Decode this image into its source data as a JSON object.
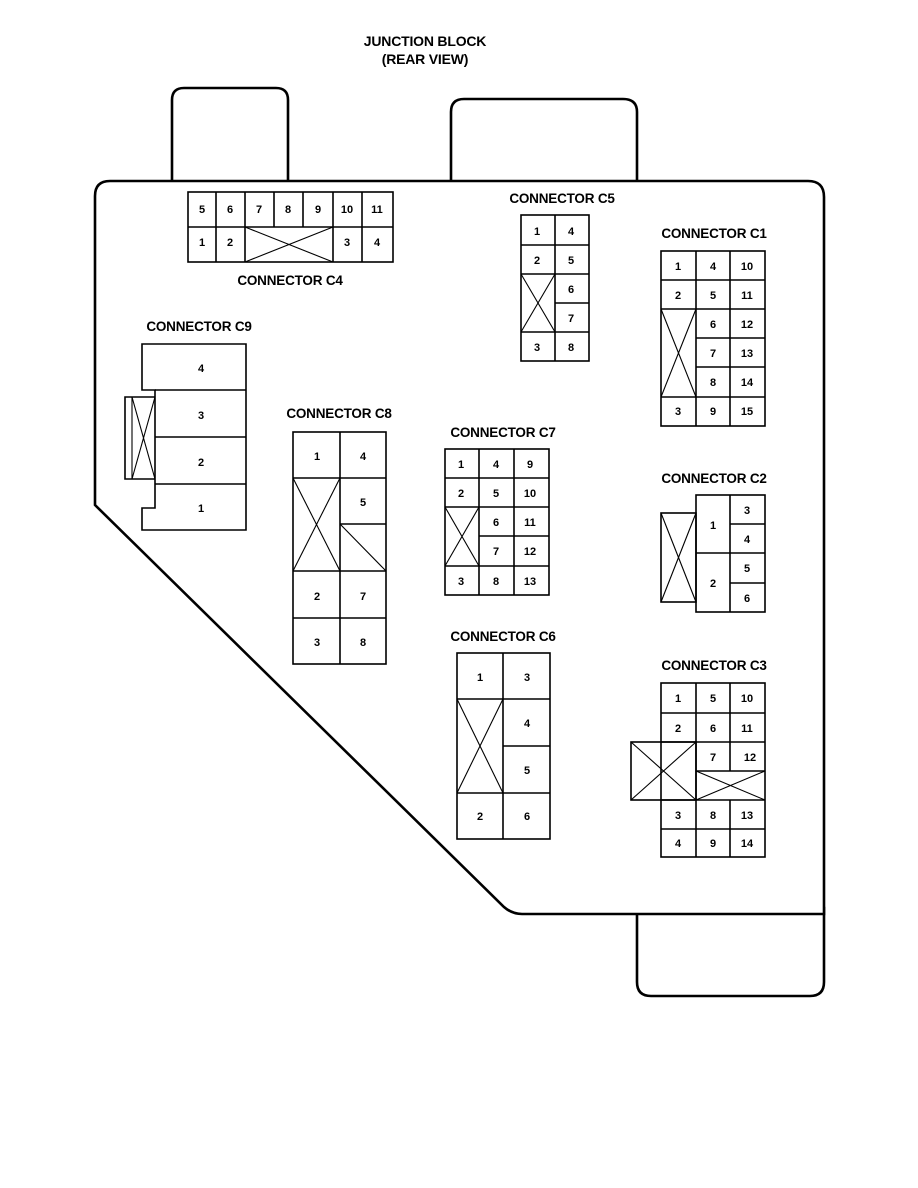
{
  "title": {
    "line1": "JUNCTION BLOCK",
    "line2": "(REAR VIEW)"
  },
  "connectors": {
    "c4": {
      "label": "CONNECTOR C4",
      "top_pins": [
        "5",
        "6",
        "7",
        "8",
        "9",
        "10",
        "11"
      ],
      "bottom_pins": [
        "1",
        "2",
        "3",
        "4"
      ]
    },
    "c5": {
      "label": "CONNECTOR C5",
      "pins": [
        "1",
        "4",
        "2",
        "5",
        "6",
        "7",
        "3",
        "8"
      ]
    },
    "c1": {
      "label": "CONNECTOR C1",
      "pins": [
        "1",
        "4",
        "10",
        "2",
        "5",
        "11",
        "6",
        "12",
        "7",
        "13",
        "8",
        "14",
        "3",
        "9",
        "15"
      ]
    },
    "c9": {
      "label": "CONNECTOR C9",
      "pins": [
        "4",
        "3",
        "2",
        "1"
      ]
    },
    "c8": {
      "label": "CONNECTOR C8",
      "pins": [
        "1",
        "4",
        "5",
        "2",
        "7",
        "3",
        "8"
      ]
    },
    "c7": {
      "label": "CONNECTOR C7",
      "pins": [
        "1",
        "4",
        "9",
        "2",
        "5",
        "10",
        "6",
        "11",
        "7",
        "12",
        "3",
        "8",
        "13"
      ]
    },
    "c2": {
      "label": "CONNECTOR C2",
      "pins": [
        "3",
        "1",
        "4",
        "5",
        "2",
        "6"
      ]
    },
    "c6": {
      "label": "CONNECTOR C6",
      "pins": [
        "1",
        "3",
        "4",
        "5",
        "2",
        "6"
      ]
    },
    "c3": {
      "label": "CONNECTOR C3",
      "pins": [
        "1",
        "5",
        "10",
        "2",
        "6",
        "11",
        "7",
        "12",
        "3",
        "8",
        "13",
        "4",
        "9",
        "14"
      ]
    }
  }
}
